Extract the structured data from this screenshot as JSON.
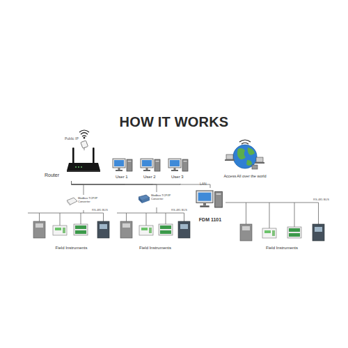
{
  "diagram": {
    "title": "HOW IT WORKS",
    "nodes": [
      {
        "text": [
          "Router"
        ]
      },
      {
        "text": [
          "User 1"
        ]
      },
      {
        "text": [
          "User 2"
        ]
      },
      {
        "text": [
          "User 3"
        ]
      },
      {
        "text": [
          "Access All over the world"
        ]
      },
      {
        "text": [
          "Modbus TCP/IP Converter"
        ]
      },
      {
        "text": [
          "Modbus TCP/IP Converter"
        ]
      },
      {
        "text": [
          "FDM 1101"
        ]
      },
      {
        "text": [
          "Field Instruments"
        ]
      },
      {
        "text": [
          "Field Instruments"
        ]
      },
      {
        "text": [
          "Field Instruments"
        ]
      }
    ],
    "edges": [
      {
        "from": 0,
        "to": 1,
        "arrow": "none"
      },
      {
        "from": 0,
        "to": 2,
        "arrow": "none"
      },
      {
        "from": 0,
        "to": 3,
        "arrow": "none"
      },
      {
        "from": 0,
        "to": 5,
        "arrow": "none"
      },
      {
        "from": 0,
        "to": 6,
        "arrow": "none"
      },
      {
        "from": 0,
        "to": 7,
        "arrow": "none"
      },
      {
        "from": 5,
        "to": 8,
        "arrow": "none"
      },
      {
        "from": 6,
        "to": 9,
        "arrow": "none"
      },
      {
        "from": 7,
        "to": 10,
        "arrow": "none"
      }
    ],
    "labels": [
      "Public IP",
      "LAN",
      "RS-485 BUS",
      "RS-485 BUS",
      "RS-485 BUS"
    ]
  }
}
